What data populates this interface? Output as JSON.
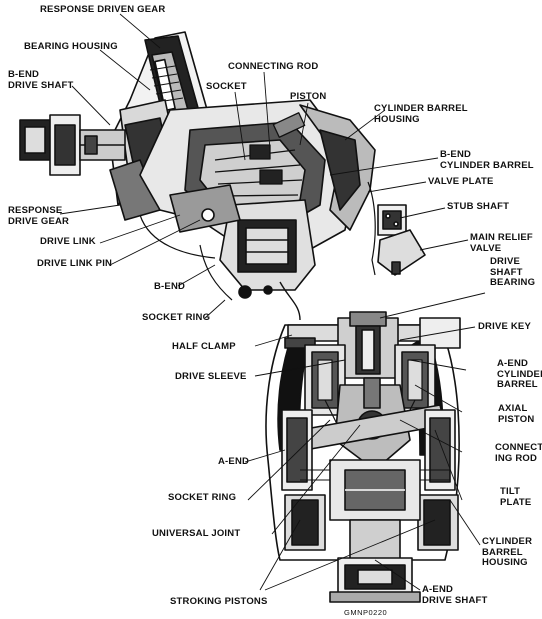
{
  "labels": {
    "response_driven_gear": "RESPONSE DRIVEN GEAR",
    "bearing_housing": "BEARING HOUSING",
    "b_end_drive_shaft": "B-END\nDRIVE SHAFT",
    "connecting_rod_top": "CONNECTING ROD",
    "socket_top": "SOCKET",
    "piston_top": "PISTON",
    "cylinder_barrel_housing_top": "CYLINDER BARREL\nHOUSING",
    "b_end_cylinder_barrel": "B-END\nCYLINDER BARREL",
    "valve_plate": "VALVE PLATE",
    "stub_shaft": "STUB SHAFT",
    "main_relief_valve": "MAIN RELIEF\nVALVE",
    "response_drive_gear": "RESPONSE\nDRIVE GEAR",
    "drive_link": "DRIVE LINK",
    "drive_link_pin": "DRIVE LINK PIN",
    "b_end": "B-END",
    "drive_shaft_bearing": "DRIVE\nSHAFT\nBEARING",
    "socket_ring_top": "SOCKET RING",
    "drive_key": "DRIVE KEY",
    "half_clamp": "HALF CLAMP",
    "a_end_cylinder_barrel": "A-END\nCYLINDER\nBARREL",
    "drive_sleeve": "DRIVE SLEEVE",
    "axial_piston": "AXIAL\nPISTON",
    "connecting_rod_bottom": "CONNECT-\nING ROD",
    "a_end": "A-END",
    "tilt_plate": "TILT\nPLATE",
    "socket_ring_bottom": "SOCKET RING",
    "universal_joint": "UNIVERSAL JOINT",
    "cylinder_barrel_housing_bottom": "CYLINDER\nBARREL\nHOUSING",
    "stroking_pistons": "STROKING PISTONS",
    "a_end_drive_shaft": "A-END\nDRIVE SHAFT",
    "figure_code": "GMNP0220"
  }
}
